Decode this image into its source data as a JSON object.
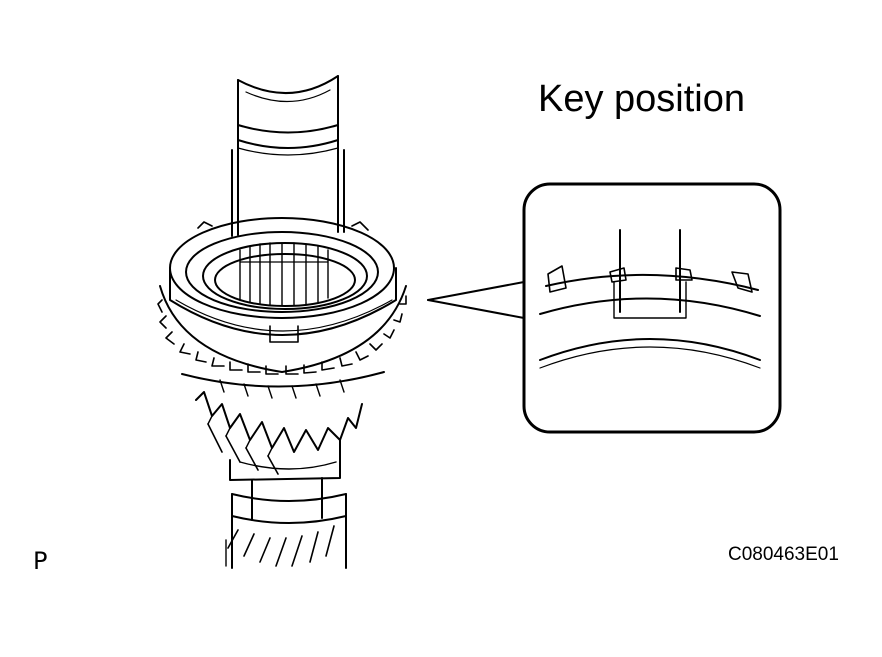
{
  "diagram": {
    "title": "Key position",
    "figure_code": "C080463E01",
    "corner_mark": "P"
  },
  "colors": {
    "line": "#000000",
    "background": "#ffffff"
  }
}
